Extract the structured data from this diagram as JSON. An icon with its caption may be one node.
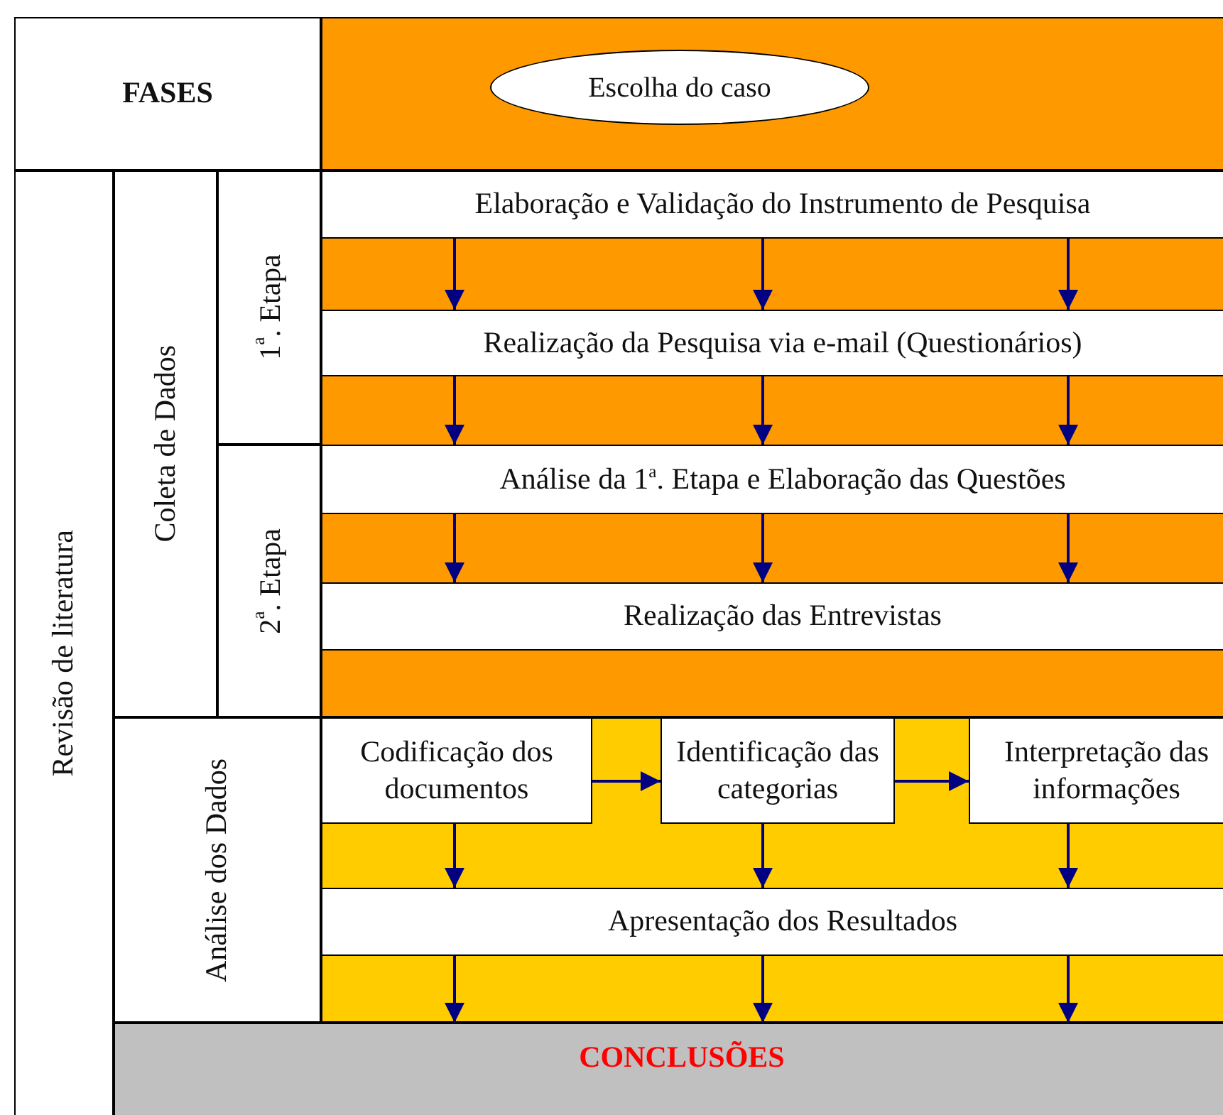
{
  "diagram": {
    "nodes": [
      {
        "text": [
          "FASES"
        ]
      },
      {
        "text": [
          "Escolha do caso"
        ]
      },
      {
        "text": [
          "Revisão  de literatura"
        ]
      },
      {
        "text": [
          "Coleta de Dados"
        ]
      },
      {
        "text": [
          "1$^{a}$. Etapa"
        ]
      },
      {
        "text": [
          "2$^{a}$. Etapa"
        ]
      },
      {
        "text": [
          "Elaboração e Validação do Instrumento de Pesquisa"
        ]
      },
      {
        "text": [
          "Realização da Pesquisa via e-mail (Questionários)"
        ]
      },
      {
        "text": [
          "Análise da 1$^{a}$. Etapa e Elaboração das Questões"
        ]
      },
      {
        "text": [
          "Realização das Entrevistas"
        ]
      },
      {
        "text": [
          "Análise dos Dados"
        ]
      },
      {
        "text": [
          "Codificação dos documentos"
        ]
      },
      {
        "text": [
          "Identificação das categorias"
        ]
      },
      {
        "text": [
          "Interpretação das informações"
        ]
      },
      {
        "text": [
          "Apresentação dos Resultados"
        ]
      },
      {
        "text": [
          "CONCLUSÕES"
        ]
      }
    ],
    "edges": [
      {
        "from": 6,
        "to": 7,
        "arrow": "to"
      },
      {
        "from": 6,
        "to": 7,
        "arrow": "to"
      },
      {
        "from": 6,
        "to": 7,
        "arrow": "to"
      },
      {
        "from": 7,
        "to": 8,
        "arrow": "to"
      },
      {
        "from": 7,
        "to": 8,
        "arrow": "to"
      },
      {
        "from": 7,
        "to": 8,
        "arrow": "to"
      },
      {
        "from": 8,
        "to": 9,
        "arrow": "to"
      },
      {
        "from": 8,
        "to": 9,
        "arrow": "to"
      },
      {
        "from": 8,
        "to": 9,
        "arrow": "to"
      },
      {
        "from": 11,
        "to": 12,
        "arrow": "to"
      },
      {
        "from": 12,
        "to": 13,
        "arrow": "to"
      },
      {
        "from": 11,
        "to": 14,
        "arrow": "to"
      },
      {
        "from": 12,
        "to": 14,
        "arrow": "to"
      },
      {
        "from": 13,
        "to": 14,
        "arrow": "to"
      },
      {
        "from": 14,
        "to": 15,
        "arrow": "to"
      },
      {
        "from": 14,
        "to": 15,
        "arrow": "to"
      },
      {
        "from": 14,
        "to": 15,
        "arrow": "to"
      }
    ]
  }
}
